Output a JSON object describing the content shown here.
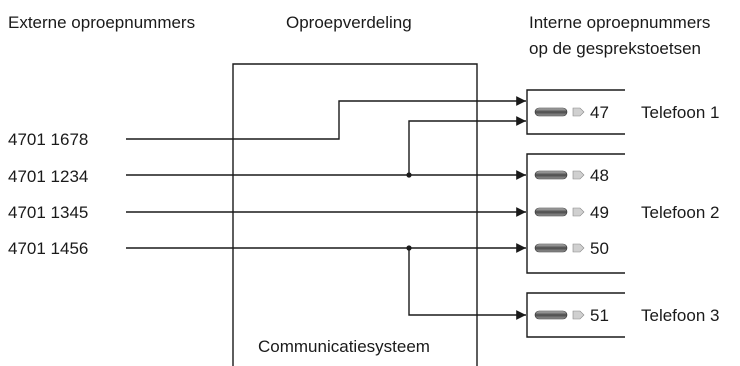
{
  "headers": {
    "external": "Externe oproepnummers",
    "distribution": "Oproepverdeling",
    "internal_line1": "Interne oproepnummers",
    "internal_line2": "op de gesprekstoetsen"
  },
  "external_numbers": [
    "4701 1678",
    "4701 1234",
    "4701 1345",
    "4701 1456"
  ],
  "internal_keys": [
    "47",
    "48",
    "49",
    "50",
    "51"
  ],
  "phones": [
    "Telefoon 1",
    "Telefoon 2",
    "Telefoon 3"
  ],
  "system_label": "Communicatiesysteem",
  "icons": {
    "key": "telephone-key-icon"
  }
}
